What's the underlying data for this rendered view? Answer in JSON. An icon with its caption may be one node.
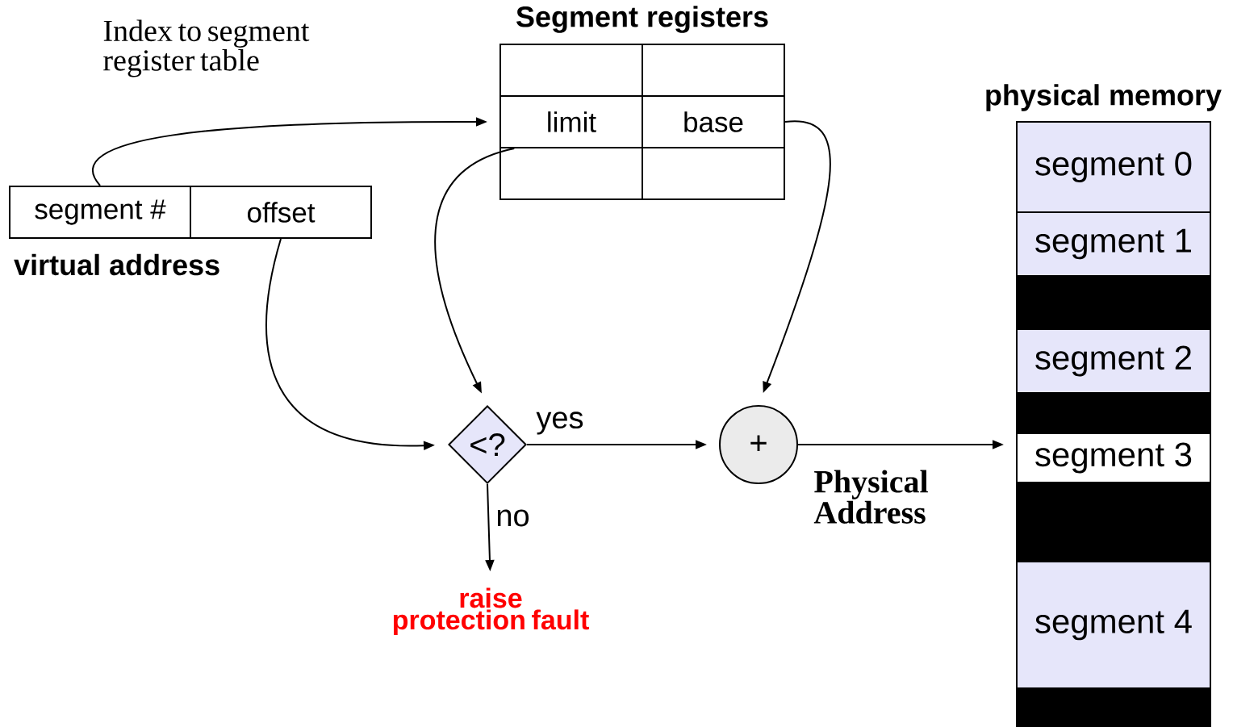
{
  "diagram": {
    "nodes": [
      {
        "text": [
          "Segment registers"
        ]
      },
      {
        "text": [
          "limit"
        ],
        "in": 0
      },
      {
        "text": [
          "base"
        ],
        "in": 0
      },
      {
        "text": [
          "virtual address"
        ]
      },
      {
        "text": [
          "segment #"
        ],
        "in": 3
      },
      {
        "text": [
          "offset"
        ],
        "in": 3
      },
      {
        "text": [
          "<?"
        ]
      },
      {
        "text": [
          "+"
        ]
      },
      {
        "text": [
          "raise protection fault"
        ]
      },
      {
        "text": [
          "physical memory"
        ]
      },
      {
        "text": [
          "segment 0"
        ],
        "in": 9
      },
      {
        "text": [
          "segment 1"
        ],
        "in": 9
      },
      {
        "text": [
          "segment 2"
        ],
        "in": 9
      },
      {
        "text": [
          "segment 3"
        ],
        "in": 9
      },
      {
        "text": [
          "segment 4"
        ],
        "in": 9
      }
    ],
    "edges": [
      {
        "from": 4,
        "to": 1,
        "arrow": "to"
      },
      {
        "from": 1,
        "to": 6,
        "arrow": "to"
      },
      {
        "from": 2,
        "to": 7,
        "arrow": "to"
      },
      {
        "from": 5,
        "to": 6,
        "arrow": "to"
      },
      {
        "from": 6,
        "to": 7,
        "arrow": "to",
        "label": "yes"
      },
      {
        "from": 6,
        "to": 8,
        "arrow": "to",
        "label": "no"
      },
      {
        "from": 7,
        "to": 9,
        "arrow": "to",
        "label": "Physical Address"
      }
    ],
    "labels": [
      "Index to segment register table"
    ]
  }
}
